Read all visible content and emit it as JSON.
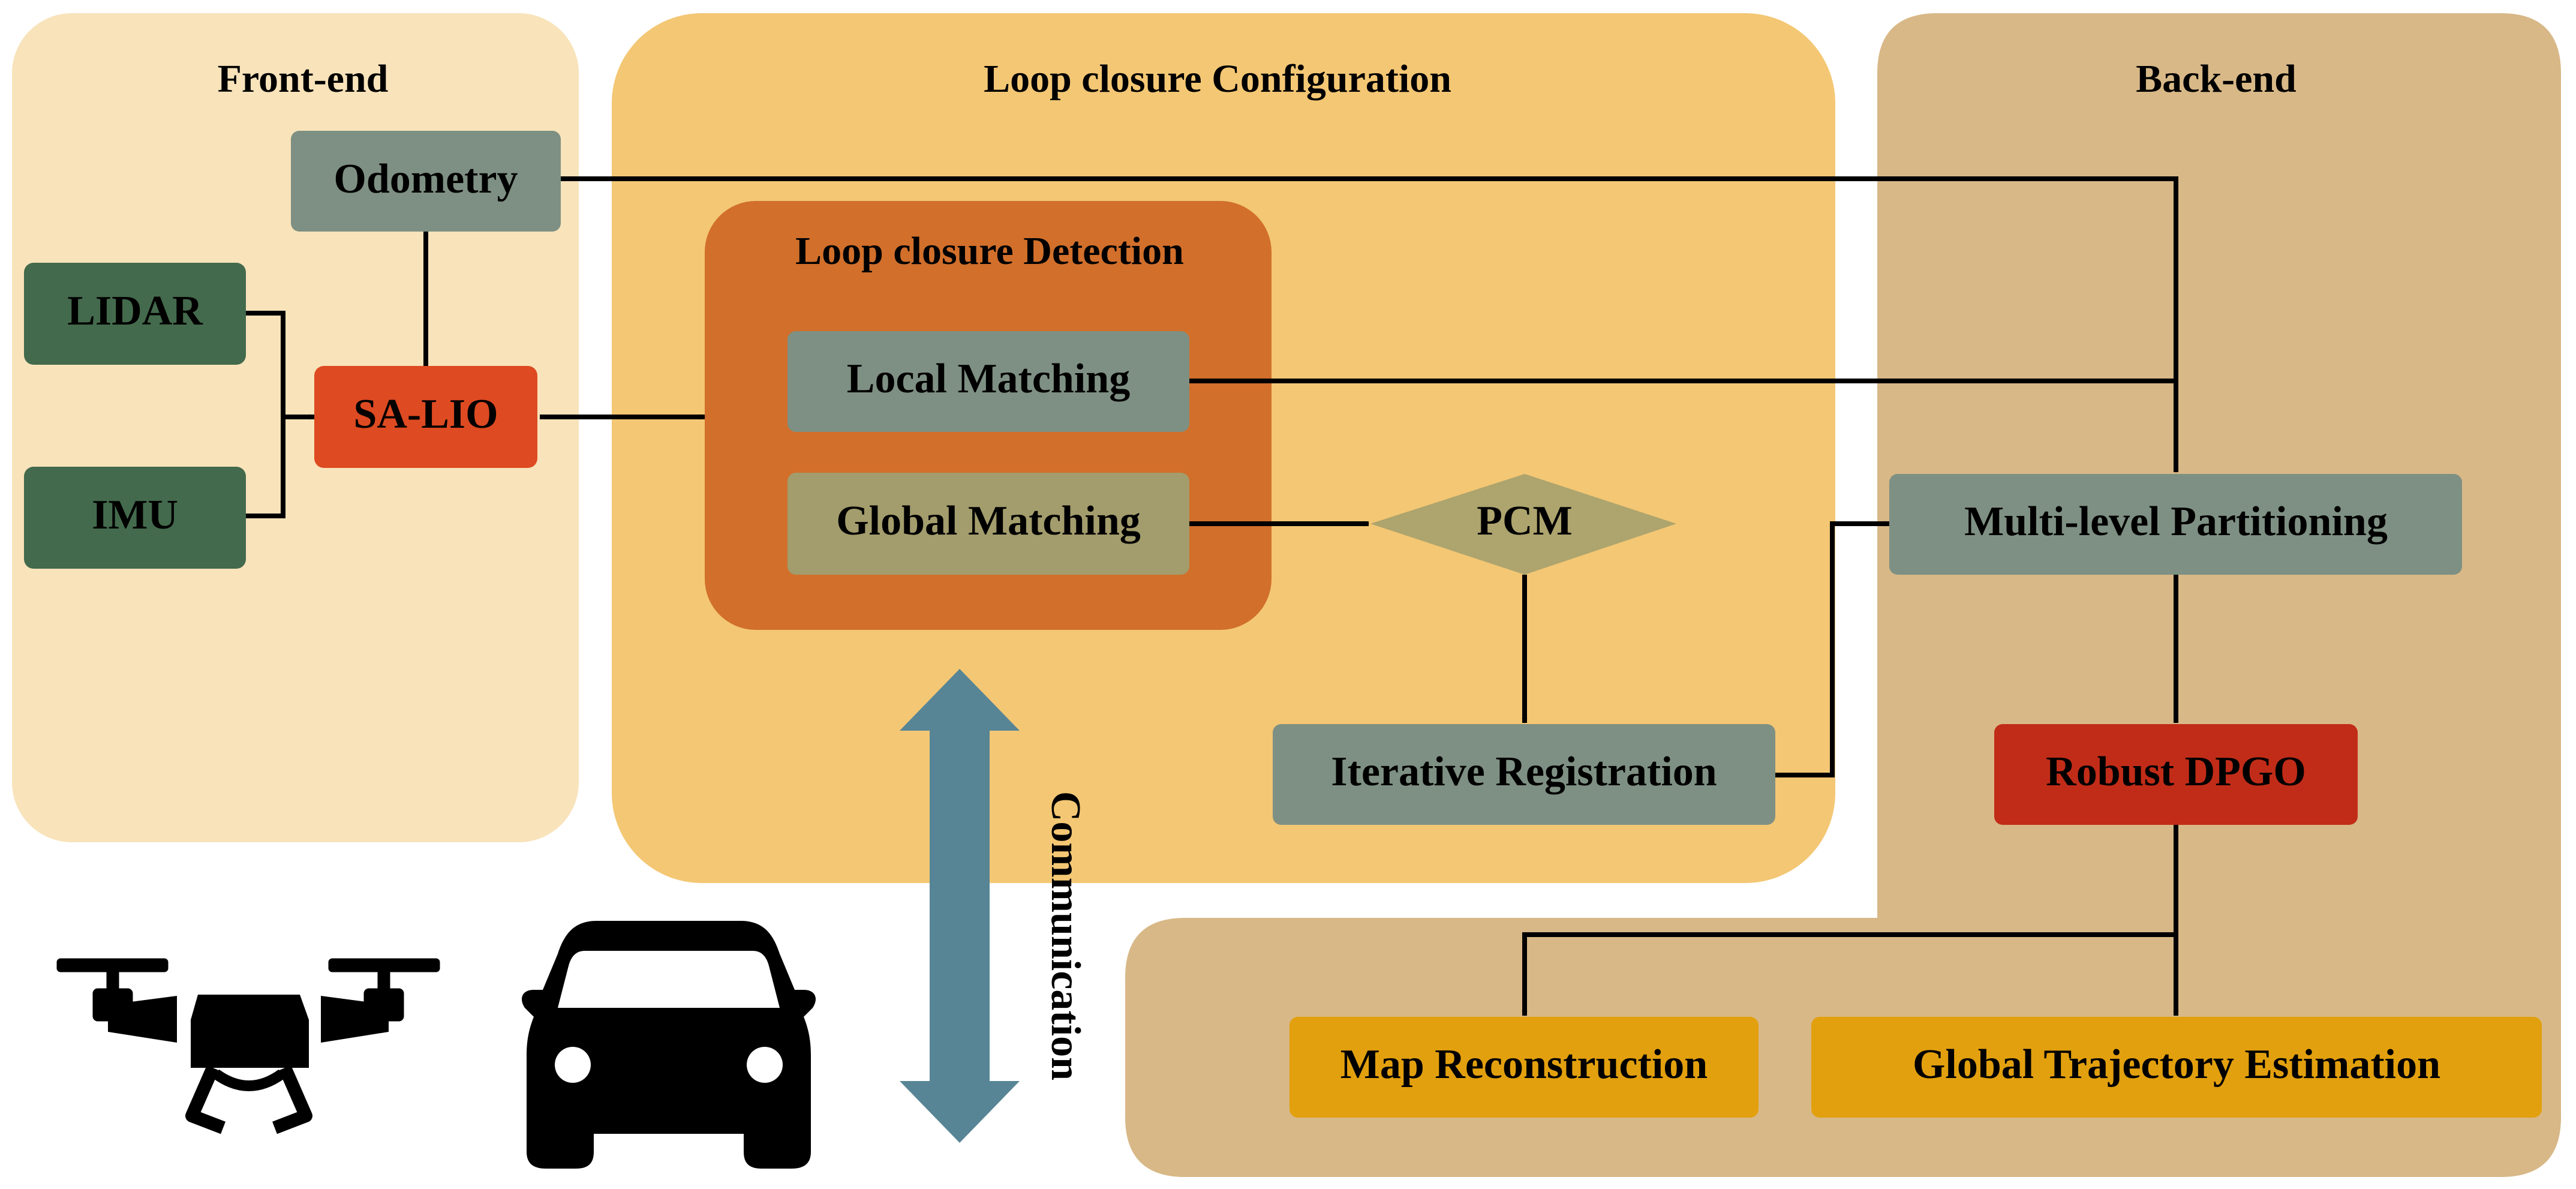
{
  "colors": {
    "frontend_panel": "#F8E3BA",
    "loop_config_panel": "#F4C774",
    "backend_panel": "#D8B887",
    "detection_panel": "#D16F2B",
    "sensor_green": "#436A4C",
    "module_grey": "#7E9083",
    "core_red": "#DE4A21",
    "olive": "#A39C6C",
    "pcm_diamond": "#ADA46E",
    "dpgo_red": "#C12C18",
    "output_gold": "#E2A00E",
    "comm_arrow": "#578595",
    "line": "#000000"
  },
  "panels": {
    "frontend_title": "Front-end",
    "loop_config_title": "Loop closure Configuration",
    "backend_title": "Back-end",
    "detection_title": "Loop closure Detection"
  },
  "nodes": {
    "odometry": "Odometry",
    "lidar": "LIDAR",
    "imu": "IMU",
    "salio": "SA-LIO",
    "local_matching": "Local Matching",
    "global_matching": "Global Matching",
    "pcm": "PCM",
    "iterative_registration": "Iterative Registration",
    "multi_level_partitioning": "Multi-level Partitioning",
    "robust_dpgo": "Robust DPGO",
    "map_reconstruction": "Map Reconstruction",
    "global_trajectory_estimation": "Global Trajectory Estimation"
  },
  "communication_label": "Communication",
  "icons": [
    "drone-icon",
    "car-icon"
  ]
}
